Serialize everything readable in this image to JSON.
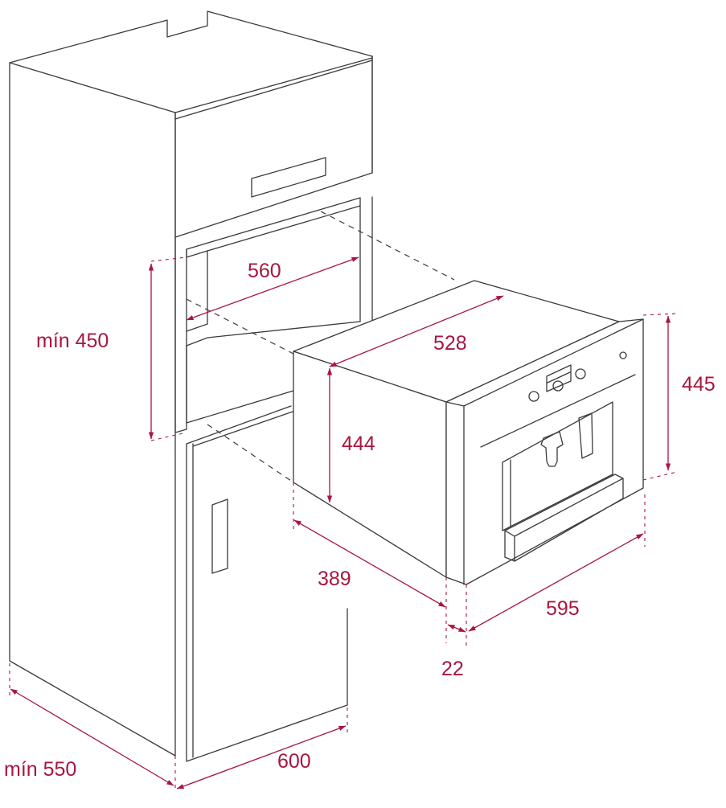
{
  "colors": {
    "line": "#3a3a3a",
    "dimension": "#a8163f"
  },
  "dimensions": {
    "cavity_height_min": "mín 450",
    "cavity_width": "560",
    "cavity_depth_min": "mín 550",
    "cabinet_width": "600",
    "appliance_depth_top": "528",
    "appliance_body_height": "444",
    "appliance_front_height": "445",
    "appliance_body_depth": "389",
    "appliance_front_width": "595",
    "front_panel_thickness": "22"
  }
}
